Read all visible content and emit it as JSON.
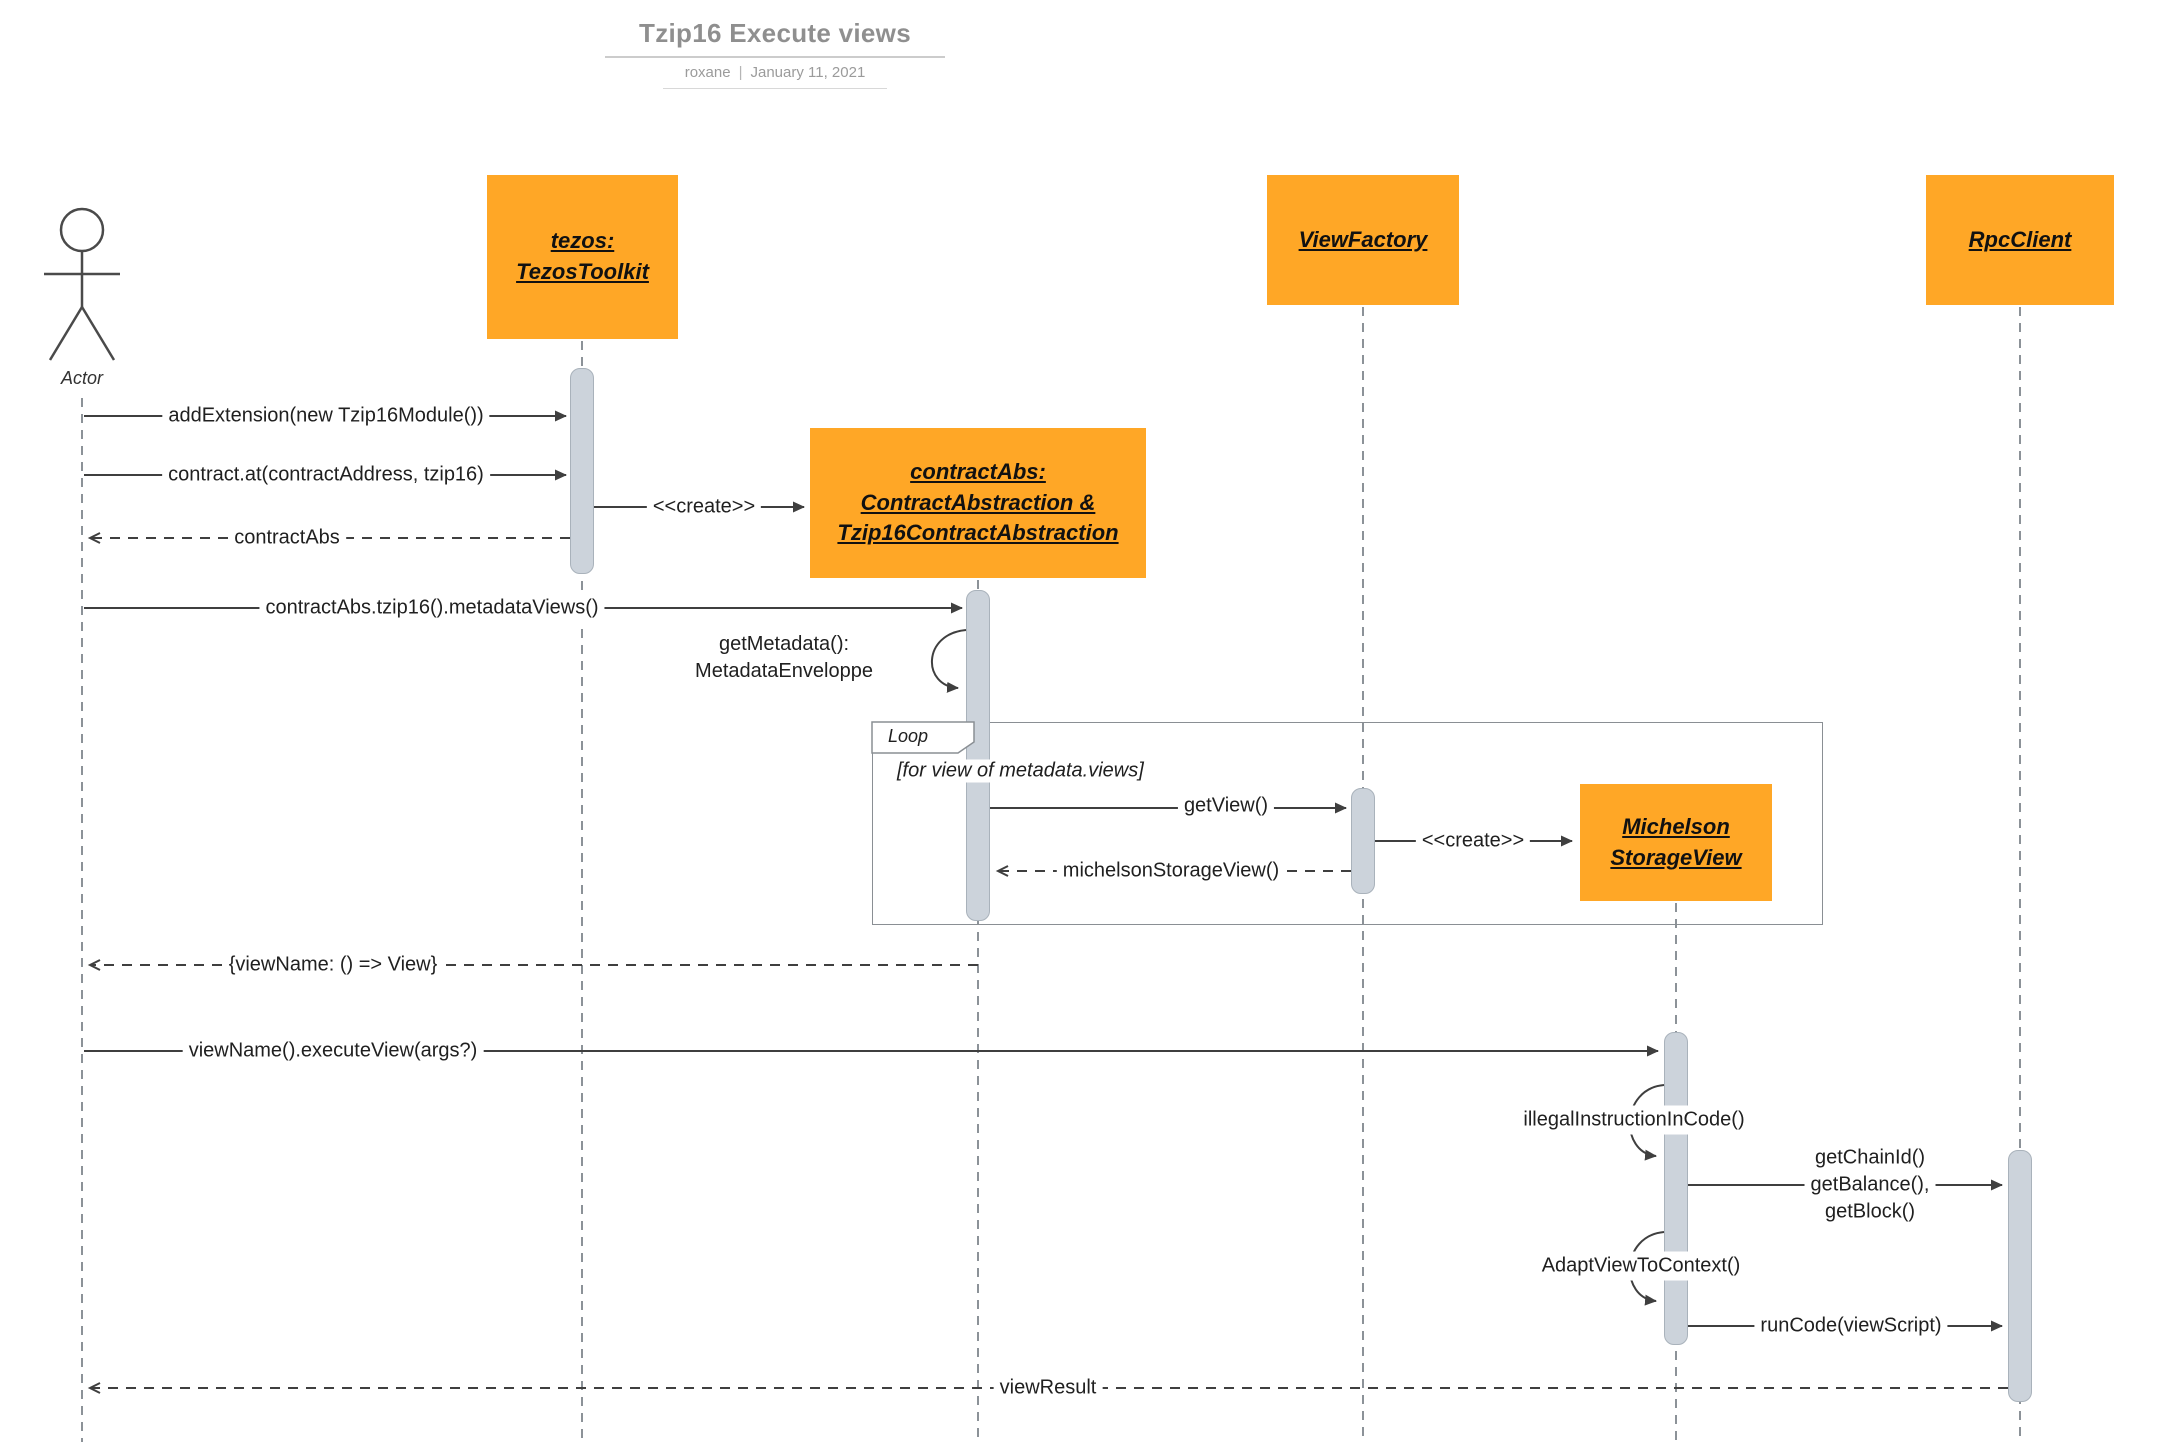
{
  "header": {
    "title": "Tzip16 Execute views",
    "author": "roxane",
    "separator": "|",
    "date": "January 11, 2021"
  },
  "actor": {
    "label": "Actor"
  },
  "participants": {
    "tezos_toolkit": {
      "label": "tezos:\nTezosToolkit"
    },
    "contract_abs": {
      "label": "contractAbs:\nContractAbstraction &\nTzip16ContractAbstraction"
    },
    "view_factory": {
      "label": "ViewFactory"
    },
    "michelson_storage_view": {
      "label": "Michelson\nStorageView"
    },
    "rpc_client": {
      "label": "RpcClient"
    }
  },
  "loop_frame": {
    "label": "Loop",
    "condition": "[for view of metadata.views]"
  },
  "messages": {
    "add_extension": "addExtension(new Tzip16Module())",
    "contract_at": "contract.at(contractAddress, tzip16)",
    "create_contract_abs": "<<create>>",
    "return_contract_abs": "contractAbs",
    "metadata_views": "contractAbs.tzip16().metadataViews()",
    "get_metadata": "getMetadata():\nMetadataEnveloppe",
    "get_view": "getView()",
    "create_michelson": "<<create>>",
    "return_michelson_storage_view": "michelsonStorageView()",
    "return_view_map": "{viewName: () => View}",
    "execute_view": "viewName().executeView(args?)",
    "illegal_instruction": "illegalInstructionInCode()",
    "rpc_reads": "getChainId()\ngetBalance(),\ngetBlock()",
    "adapt_view_to_context": "AdaptViewToContext()",
    "run_code": "runCode(viewScript)",
    "return_view_result": "viewResult"
  },
  "colors": {
    "participant_fill": "#FFA726",
    "activation_fill": "#CCD3DB",
    "activation_border": "#A9B2BB",
    "lifeline": "#8C9298",
    "arrow": "#3F3F3F",
    "frame_border": "#8A8F94",
    "title_text": "#8F8F8F"
  }
}
